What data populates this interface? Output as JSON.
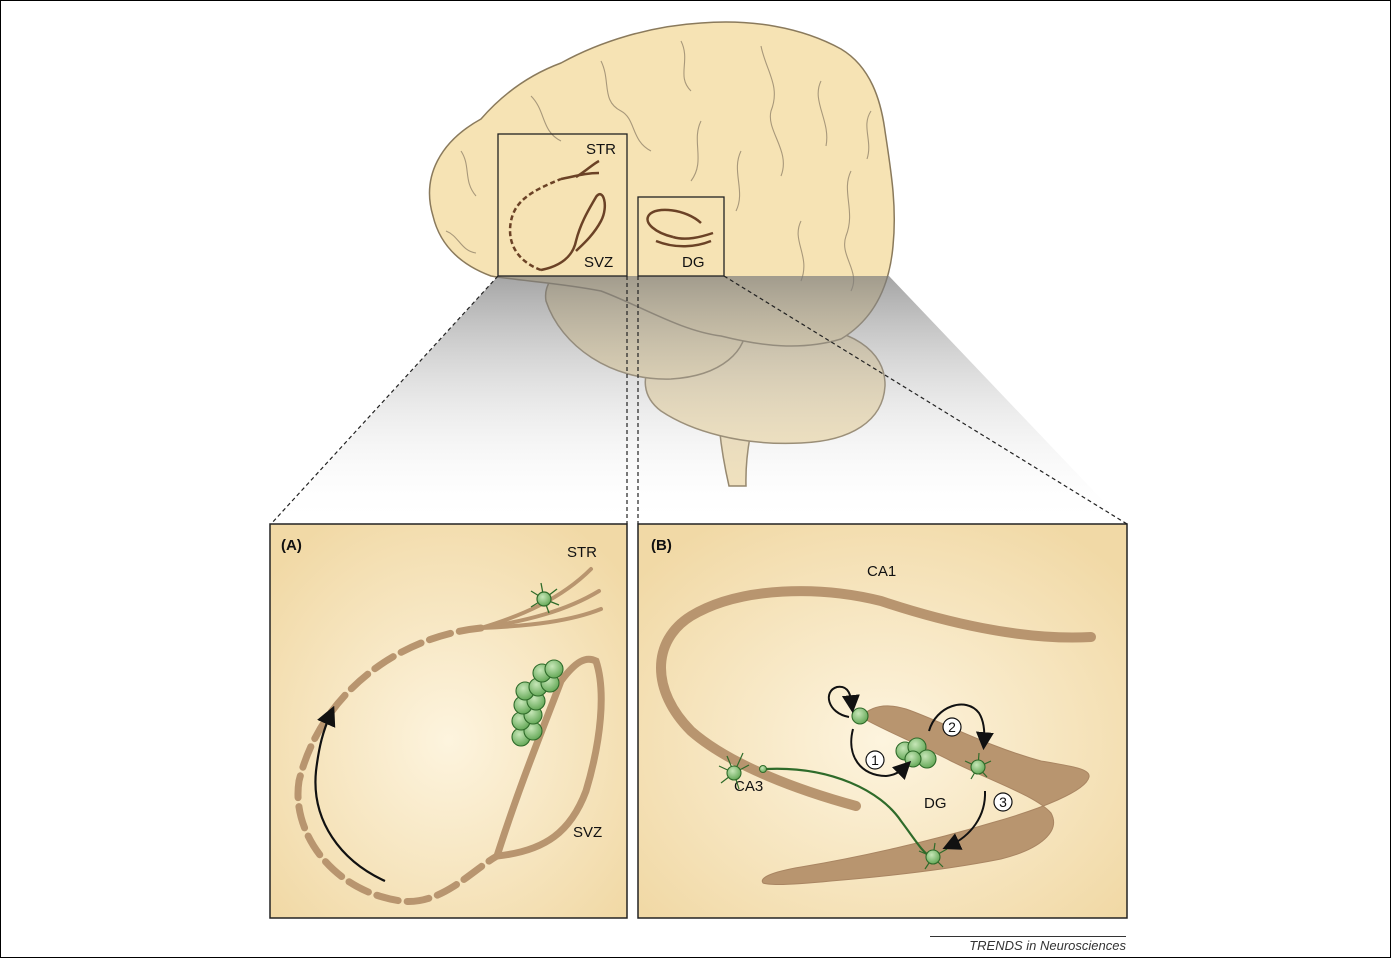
{
  "labels": {
    "brain_str": "STR",
    "brain_svz": "SVZ",
    "brain_dg": "DG",
    "panel_a": "(A)",
    "panel_b": "(B)",
    "a_str": "STR",
    "a_svz": "SVZ",
    "b_ca1": "CA1",
    "b_ca3": "CA3",
    "b_dg": "DG",
    "step_1": "1",
    "step_2": "2",
    "step_3": "3"
  },
  "footer": "TRENDS in Neurosciences",
  "colors": {
    "brain_fill": "#f6e3b4",
    "brain_outline": "#8a7a5c",
    "tissue": "#b8956f",
    "panel_fill": "#f7e6bd",
    "cell_green": "#79b86a",
    "cell_dark": "#2f6b2a",
    "arrow": "#111111"
  }
}
